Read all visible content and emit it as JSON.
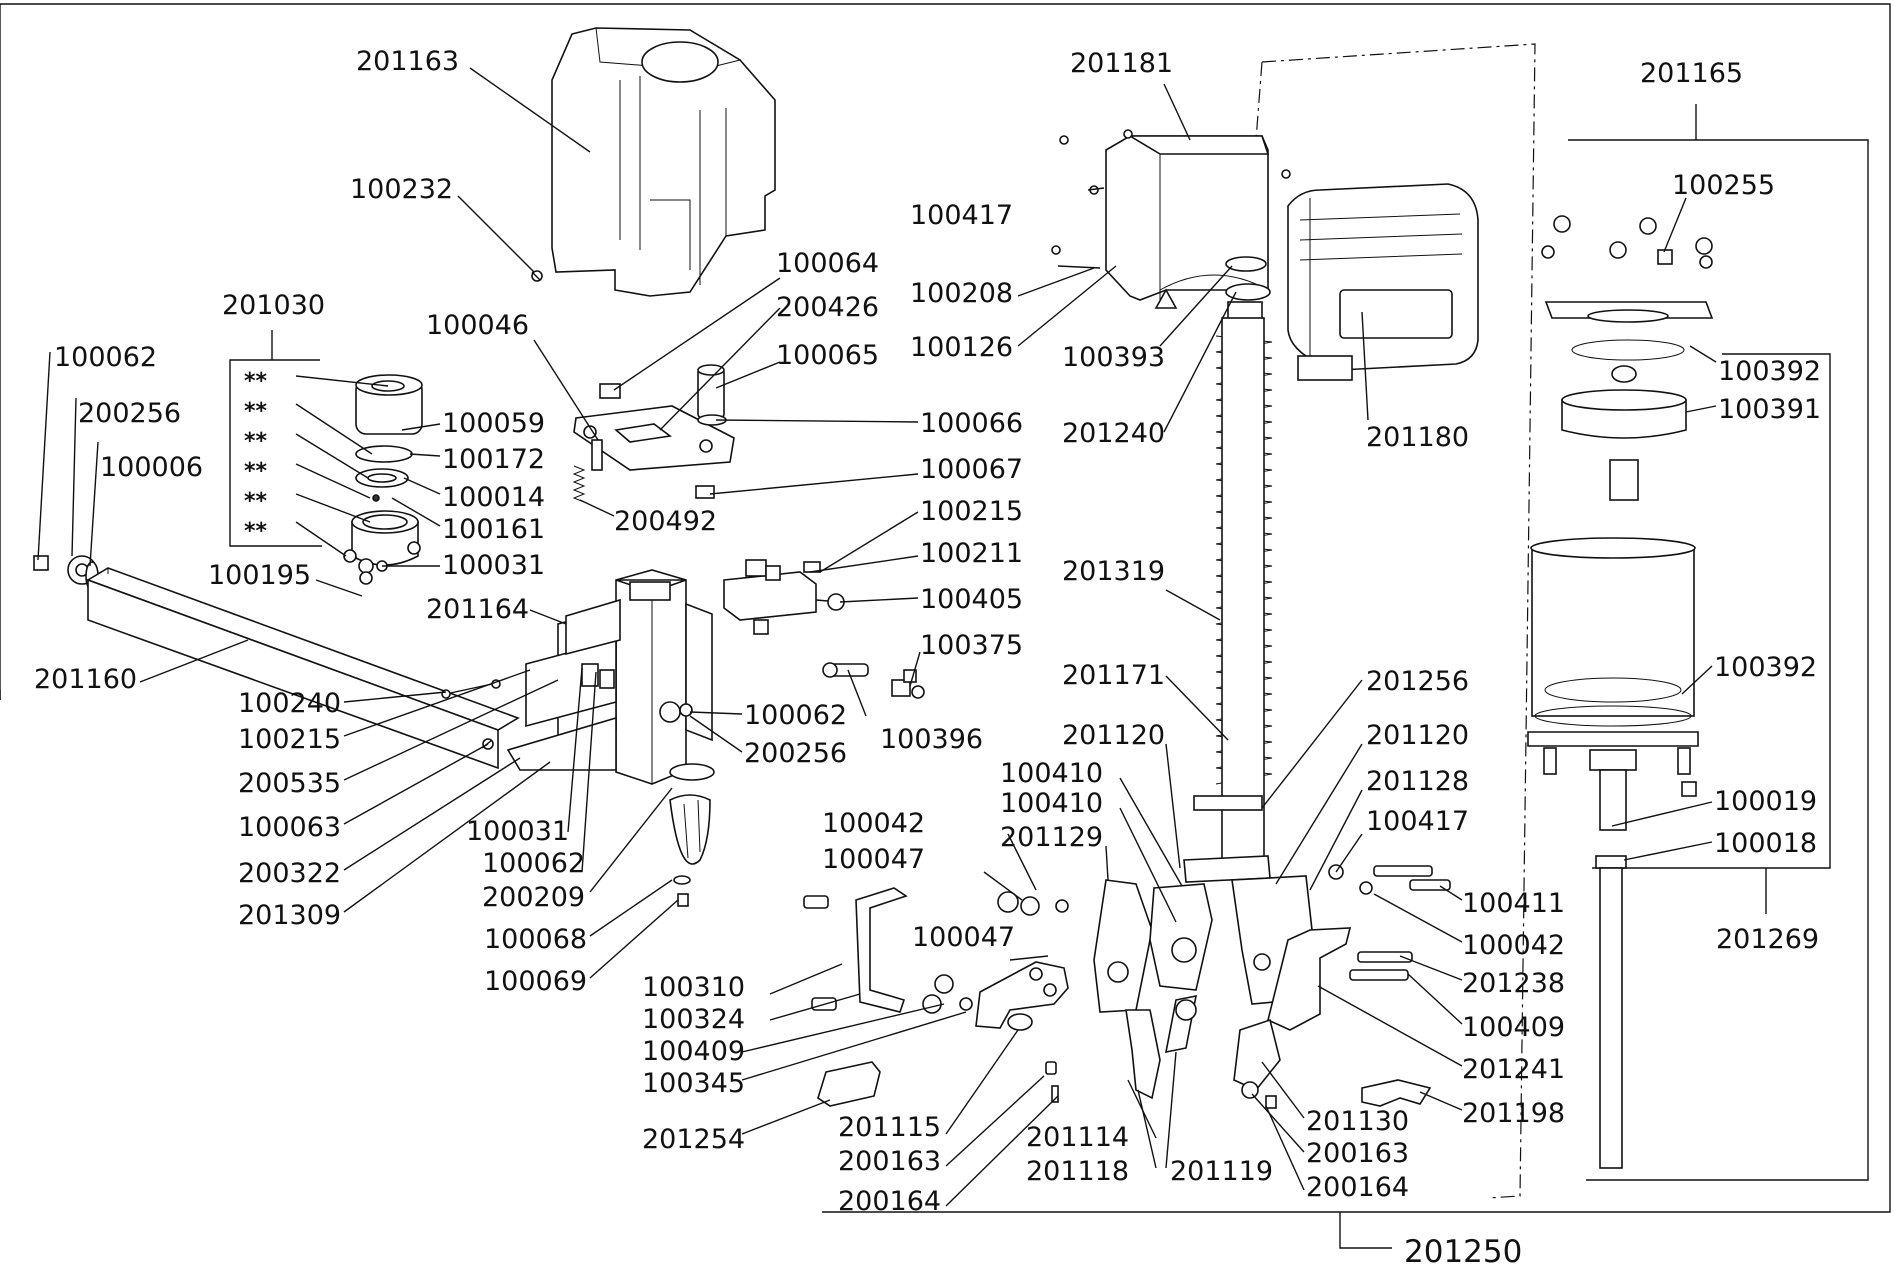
{
  "labels": {
    "l201163": "201163",
    "l100232": "100232",
    "l201030": "201030",
    "l100062a": "100062",
    "l200256a": "200256",
    "l100006": "100006",
    "l100059": "100059",
    "l100172": "100172",
    "l100014": "100014",
    "l100161": "100161",
    "l100031a": "100031",
    "l100195": "100195",
    "l201164": "201164",
    "l201160": "201160",
    "l100240": "100240",
    "l100215a": "100215",
    "l200535": "200535",
    "l100063": "100063",
    "l200322": "200322",
    "l201309": "201309",
    "l100031b": "100031",
    "l100062b": "100062",
    "l200209": "200209",
    "l100068": "100068",
    "l100069": "100069",
    "l100062c": "100062",
    "l200256b": "200256",
    "l100046": "100046",
    "l100064": "100064",
    "l200426": "200426",
    "l100065": "100065",
    "l100066": "100066",
    "l100067": "100067",
    "l200492": "200492",
    "l100215b": "100215",
    "l100211": "100211",
    "l100405": "100405",
    "l100375": "100375",
    "l100396": "100396",
    "l100417a": "100417",
    "l100208": "100208",
    "l100126": "100126",
    "l201181": "201181",
    "l100393": "100393",
    "l201240": "201240",
    "l201180": "201180",
    "l201319": "201319",
    "l201171": "201171",
    "l201256": "201256",
    "l201120a": "201120",
    "l201120b": "201120",
    "l100410a": "100410",
    "l100410b": "100410",
    "l201129": "201129",
    "l201128": "201128",
    "l100417b": "100417",
    "l100042a": "100042",
    "l100047a": "100047",
    "l100047b": "100047",
    "l100310": "100310",
    "l100324": "100324",
    "l100409a": "100409",
    "l100345": "100345",
    "l201254": "201254",
    "l201115": "201115",
    "l200163a": "200163",
    "l200164a": "200164",
    "l201114": "201114",
    "l201118": "201118",
    "l201119": "201119",
    "l201130": "201130",
    "l200163b": "200163",
    "l200164b": "200164",
    "l201198": "201198",
    "l100411": "100411",
    "l100042b": "100042",
    "l201238": "201238",
    "l100409b": "100409",
    "l201241": "201241",
    "l201165": "201165",
    "l100255": "100255",
    "l100392a": "100392",
    "l100391": "100391",
    "l100392b": "100392",
    "l100019": "100019",
    "l100018": "100018",
    "l201269": "201269",
    "l201250": "201250"
  },
  "kit_markers": [
    "**",
    "**",
    "**",
    "**",
    "**",
    "**"
  ]
}
